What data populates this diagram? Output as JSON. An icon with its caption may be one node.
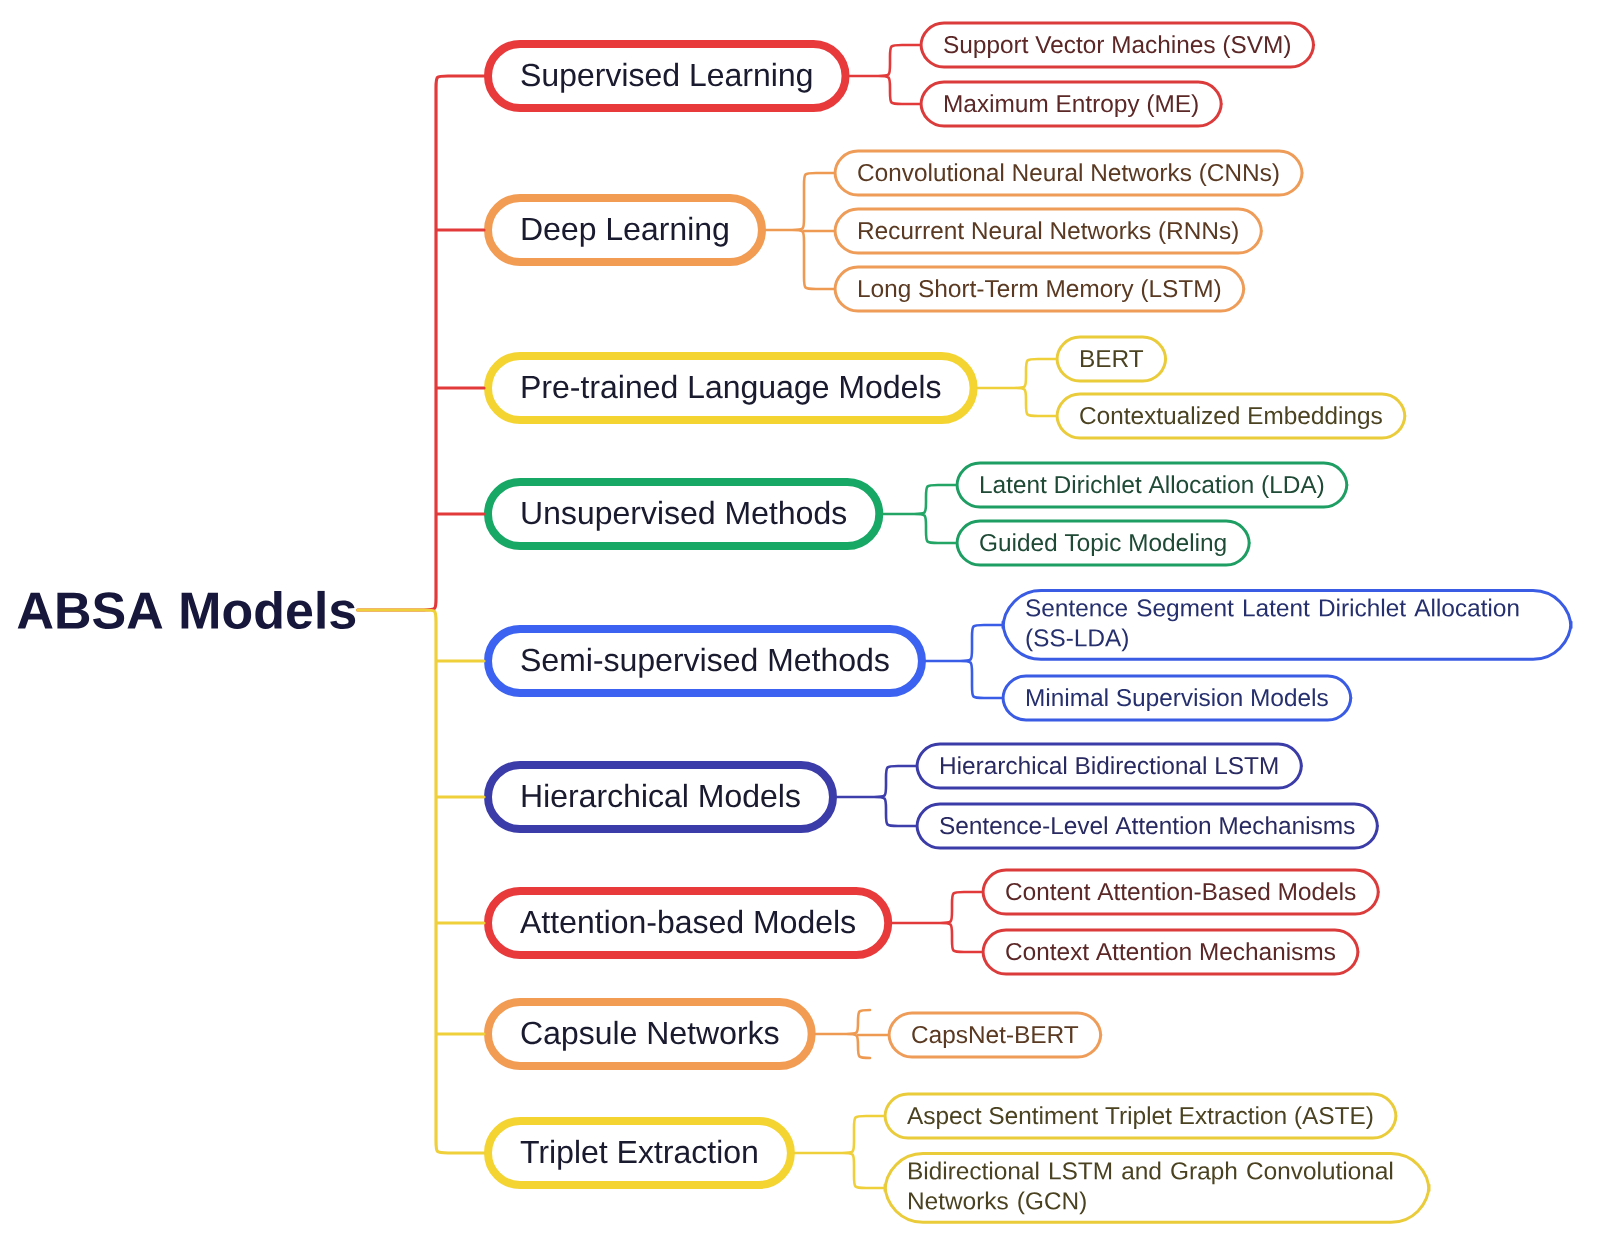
{
  "diagram": {
    "nodes": [
      {
        "text": [
          "ABSA Models"
        ]
      },
      {
        "text": [
          "Supervised Learning"
        ]
      },
      {
        "text": [
          "Support Vector Machines (SVM)"
        ]
      },
      {
        "text": [
          "Maximum Entropy (ME)"
        ]
      },
      {
        "text": [
          "Deep Learning"
        ]
      },
      {
        "text": [
          "Convolutional Neural Networks (CNNs)"
        ]
      },
      {
        "text": [
          "Recurrent Neural Networks (RNNs)"
        ]
      },
      {
        "text": [
          "Long Short-Term Memory (LSTM)"
        ]
      },
      {
        "text": [
          "Pre-trained Language Models"
        ]
      },
      {
        "text": [
          "BERT"
        ]
      },
      {
        "text": [
          "Contextualized Embeddings"
        ]
      },
      {
        "text": [
          "Unsupervised Methods"
        ]
      },
      {
        "text": [
          "Latent Dirichlet Allocation (LDA)"
        ]
      },
      {
        "text": [
          "Guided Topic Modeling"
        ]
      },
      {
        "text": [
          "Semi-supervised Methods"
        ]
      },
      {
        "text": [
          "Sentence Segment Latent Dirichlet Allocation (SS-LDA)"
        ]
      },
      {
        "text": [
          "Minimal Supervision Models"
        ]
      },
      {
        "text": [
          "Hierarchical Models"
        ]
      },
      {
        "text": [
          "Hierarchical Bidirectional LSTM"
        ]
      },
      {
        "text": [
          "Sentence-Level Attention Mechanisms"
        ]
      },
      {
        "text": [
          "Attention-based Models"
        ]
      },
      {
        "text": [
          "Content Attention-Based Models"
        ]
      },
      {
        "text": [
          "Context Attention Mechanisms"
        ]
      },
      {
        "text": [
          "Capsule Networks"
        ]
      },
      {
        "text": [
          "CapsNet-BERT"
        ]
      },
      {
        "text": [
          "Triplet Extraction"
        ]
      },
      {
        "text": [
          "Aspect Sentiment Triplet Extraction (ASTE)"
        ]
      },
      {
        "text": [
          "Bidirectional LSTM and Graph Convolutional Networks (GCN)"
        ]
      }
    ],
    "edges": [
      {
        "from": 0,
        "to": 1,
        "arrow": "none",
        "color": "#e23a3a"
      },
      {
        "from": 0,
        "to": 4,
        "arrow": "none",
        "color": "#e23a3a"
      },
      {
        "from": 0,
        "to": 8,
        "arrow": "none",
        "color": "#e23a3a"
      },
      {
        "from": 0,
        "to": 11,
        "arrow": "none",
        "color": "#e23a3a"
      },
      {
        "from": 0,
        "to": 14,
        "arrow": "none"
      },
      {
        "from": 0,
        "to": 17,
        "arrow": "none"
      },
      {
        "from": 0,
        "to": 20,
        "arrow": "none"
      },
      {
        "from": 0,
        "to": 23,
        "arrow": "none"
      },
      {
        "from": 0,
        "to": 25,
        "arrow": "none"
      },
      {
        "from": 1,
        "to": 2,
        "arrow": "none",
        "color": "#e23a3a"
      },
      {
        "from": 1,
        "to": 3,
        "arrow": "none",
        "color": "#e23a3a"
      },
      {
        "from": 4,
        "to": 5,
        "arrow": "none",
        "color": "#ee9a52"
      },
      {
        "from": 4,
        "to": 6,
        "arrow": "none",
        "color": "#ee9a52"
      },
      {
        "from": 4,
        "to": 7,
        "arrow": "none",
        "color": "#ee9a52"
      },
      {
        "from": 8,
        "to": 9,
        "arrow": "none"
      },
      {
        "from": 8,
        "to": 10,
        "arrow": "none"
      },
      {
        "from": 11,
        "to": 12,
        "arrow": "none",
        "color": "#22a565"
      },
      {
        "from": 11,
        "to": 13,
        "arrow": "none",
        "color": "#22a565"
      },
      {
        "from": 14,
        "to": 15,
        "arrow": "none",
        "color": "#3a5de8"
      },
      {
        "from": 14,
        "to": 16,
        "arrow": "none",
        "color": "#3a5de8"
      },
      {
        "from": 17,
        "to": 18,
        "arrow": "none",
        "color": "#3d3dab"
      },
      {
        "from": 17,
        "to": 19,
        "arrow": "none",
        "color": "#3d3dab"
      },
      {
        "from": 20,
        "to": 21,
        "arrow": "none",
        "color": "#e23a3a"
      },
      {
        "from": 20,
        "to": 22,
        "arrow": "none",
        "color": "#e23a3a"
      },
      {
        "from": 23,
        "to": 24,
        "arrow": "none",
        "color": "#ee9a52"
      },
      {
        "from": 25,
        "to": 26,
        "arrow": "none"
      },
      {
        "from": 25,
        "to": 27,
        "arrow": "none"
      }
    ]
  }
}
